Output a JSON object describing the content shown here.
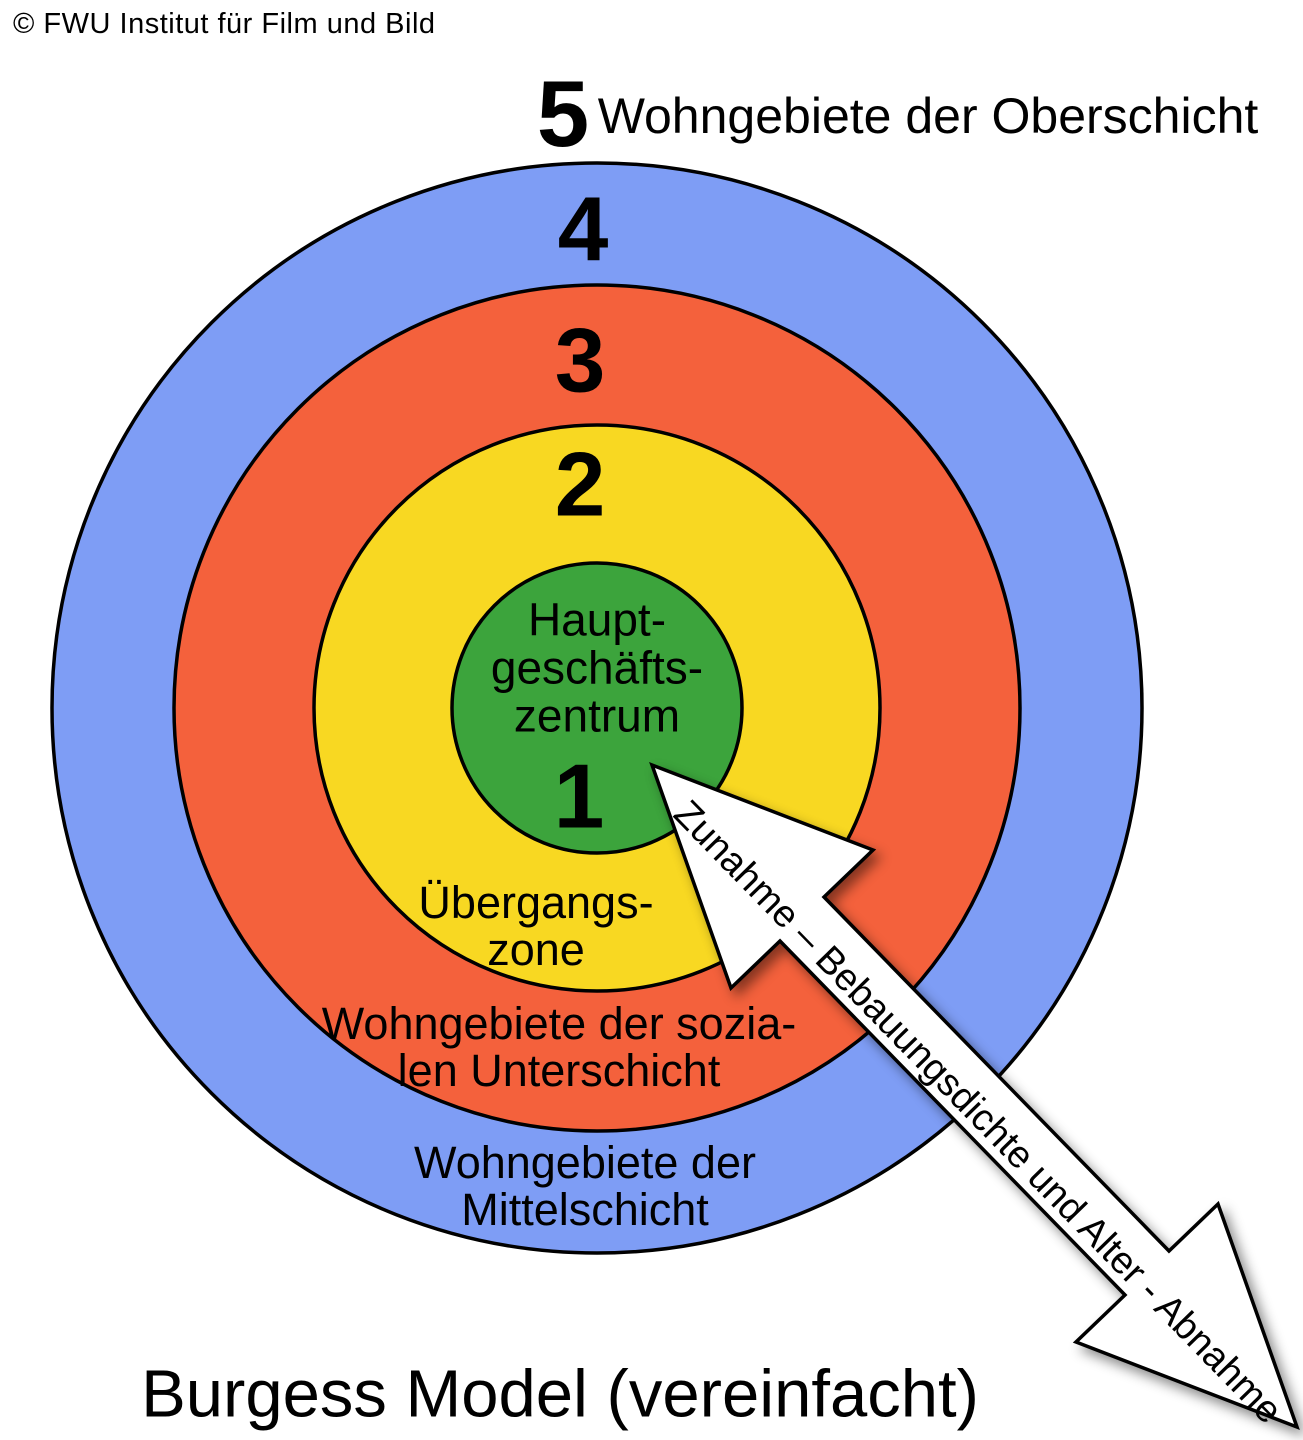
{
  "copyright": "© FWU Institut für Film und Bild",
  "title": "Burgess Model (vereinfacht)",
  "zones": [
    {
      "number": "1",
      "label_lines": [
        "Haupt-",
        "geschäfts-",
        "zentrum"
      ],
      "color": "#3CA43C"
    },
    {
      "number": "2",
      "label_lines": [
        "Übergangs-",
        "zone"
      ],
      "color": "#F8D822"
    },
    {
      "number": "3",
      "label_lines": [
        "Wohngebiete der sozia-",
        "len Unterschicht"
      ],
      "color": "#F4613C"
    },
    {
      "number": "4",
      "label_lines": [
        "Wohngebiete der",
        "Mittelschicht"
      ],
      "color": "#7E9DF5"
    },
    {
      "number": "5",
      "label": "Wohngebiete der Oberschicht"
    }
  ],
  "arrow": {
    "label": "Zunahme – Bebauungsdichte und Alter - Abnahme"
  }
}
